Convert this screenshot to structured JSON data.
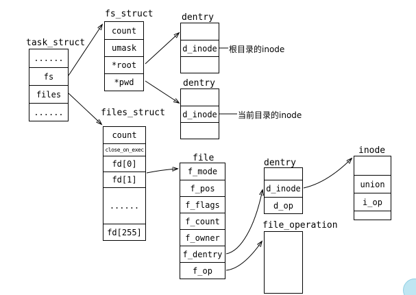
{
  "diagram": {
    "task_struct": {
      "label": "task_struct",
      "rows": [
        "......",
        "fs",
        "files",
        "......"
      ]
    },
    "fs_struct": {
      "label": "fs_struct",
      "rows": [
        "count",
        "umask",
        "*root",
        "*pwd"
      ]
    },
    "dentry_root": {
      "label": "dentry",
      "rows": [
        "",
        "d_inode",
        ""
      ]
    },
    "dentry_pwd": {
      "label": "dentry",
      "rows": [
        "",
        "d_inode",
        ""
      ]
    },
    "files_struct": {
      "label": "files_struct",
      "rows": [
        "count",
        "close_on_exec",
        "fd[0]",
        "fd[1]",
        "......",
        "fd[255]"
      ]
    },
    "file": {
      "label": "file",
      "rows": [
        "f_mode",
        "f_pos",
        "f_flags",
        "f_count",
        "f_owner",
        "f_dentry",
        "f_op"
      ]
    },
    "dentry_file": {
      "label": "dentry",
      "rows": [
        "",
        "d_inode",
        "d_op"
      ]
    },
    "inode": {
      "label": "inode",
      "rows": [
        "",
        "union",
        "i_op",
        ""
      ]
    },
    "file_operation": {
      "label": "file_operation"
    }
  },
  "annotations": {
    "root_inode": "根目录的inode",
    "pwd_inode": "当前目录的inode"
  }
}
